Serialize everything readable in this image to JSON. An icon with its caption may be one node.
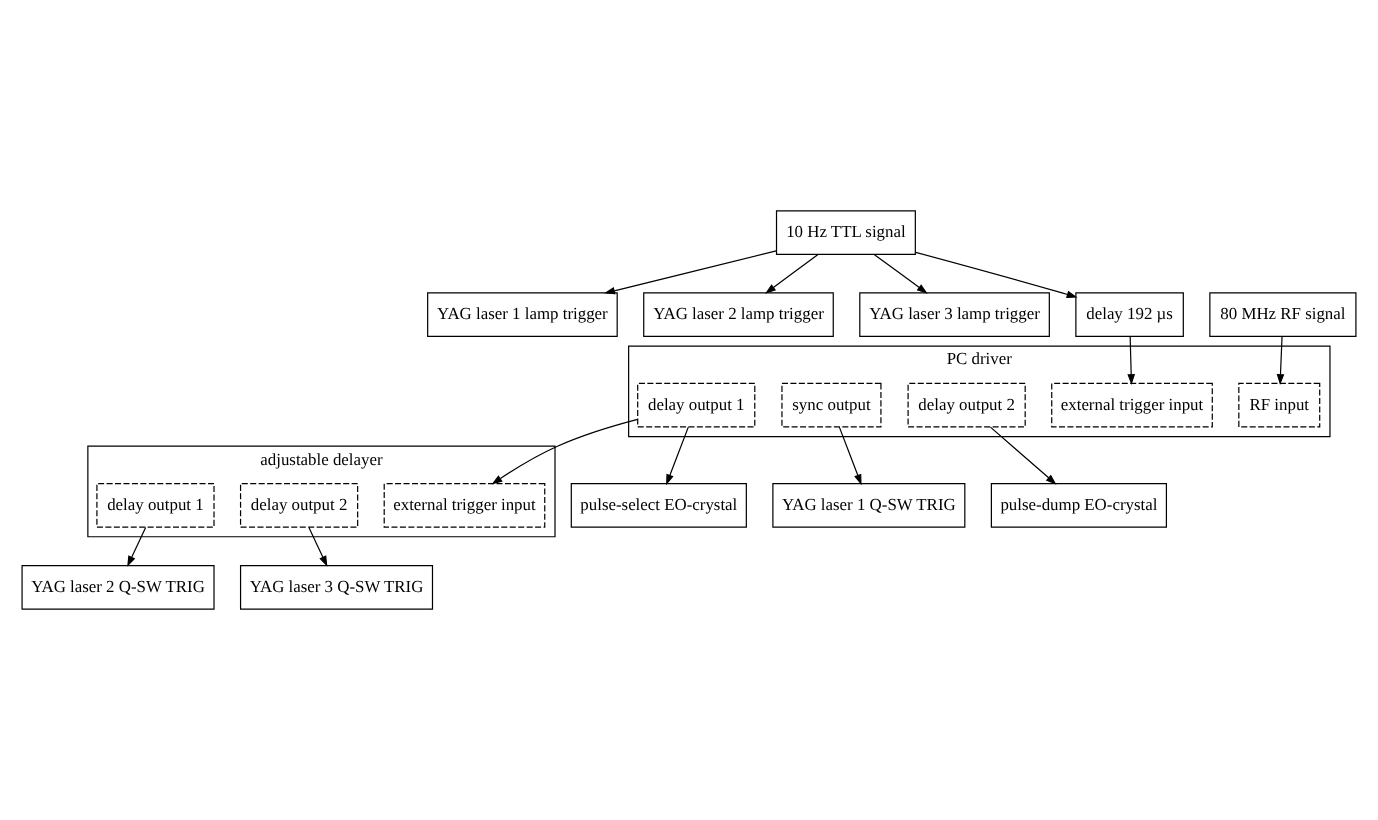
{
  "diagram": {
    "nodes": [
      {
        "text": [
          "10 Hz TTL signal"
        ]
      },
      {
        "text": [
          "YAG laser 1 lamp trigger"
        ]
      },
      {
        "text": [
          "YAG laser 2 lamp trigger"
        ]
      },
      {
        "text": [
          "YAG laser 3 lamp trigger"
        ]
      },
      {
        "text": [
          "delay 192 µs"
        ]
      },
      {
        "text": [
          "80 MHz RF signal"
        ]
      },
      {
        "text": [
          "PC driver"
        ]
      },
      {
        "text": [
          "external trigger input"
        ],
        "in": 6
      },
      {
        "text": [
          "RF input"
        ],
        "in": 6
      },
      {
        "text": [
          "delay output 1"
        ],
        "in": 6
      },
      {
        "text": [
          "sync output"
        ],
        "in": 6
      },
      {
        "text": [
          "delay output 2"
        ],
        "in": 6
      },
      {
        "text": [
          "adjustable delayer"
        ]
      },
      {
        "text": [
          "external trigger input"
        ],
        "in": 12
      },
      {
        "text": [
          "delay output 1"
        ],
        "in": 12
      },
      {
        "text": [
          "delay output 2"
        ],
        "in": 12
      },
      {
        "text": [
          "pulse-select EO-crystal"
        ]
      },
      {
        "text": [
          "pulse-dump EO-crystal"
        ]
      },
      {
        "text": [
          "YAG laser 2 Q-SW TRIG"
        ]
      },
      {
        "text": [
          "YAG laser 3 Q-SW TRIG"
        ]
      },
      {
        "text": [
          "YAG laser 1 Q-SW TRIG"
        ]
      }
    ],
    "edges": [
      {
        "from": 0,
        "to": 1,
        "arrow": "to"
      },
      {
        "from": 0,
        "to": 2,
        "arrow": "to"
      },
      {
        "from": 0,
        "to": 3,
        "arrow": "to"
      },
      {
        "from": 0,
        "to": 4,
        "arrow": "to"
      },
      {
        "from": 4,
        "to": 7,
        "arrow": "to"
      },
      {
        "from": 5,
        "to": 8,
        "arrow": "to"
      },
      {
        "from": 9,
        "to": 13,
        "arrow": "to"
      },
      {
        "from": 9,
        "to": 16,
        "arrow": "to"
      },
      {
        "from": 10,
        "to": 20,
        "arrow": "to"
      },
      {
        "from": 11,
        "to": 17,
        "arrow": "to"
      },
      {
        "from": 14,
        "to": 18,
        "arrow": "to"
      },
      {
        "from": 15,
        "to": 19,
        "arrow": "to"
      }
    ]
  }
}
